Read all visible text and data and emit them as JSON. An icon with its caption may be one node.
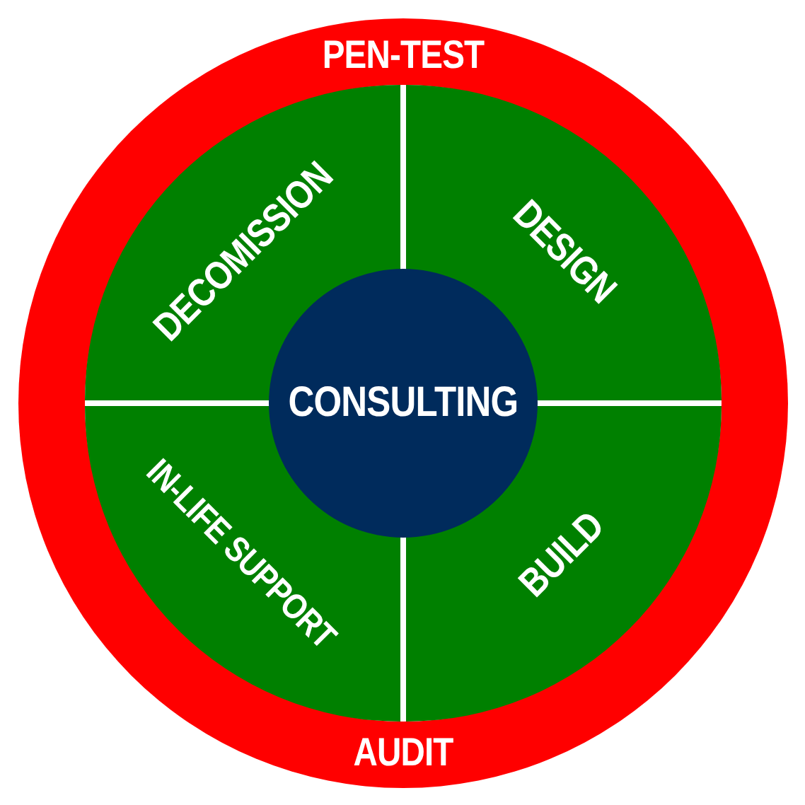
{
  "diagram": {
    "nodes": [
      {
        "text": [
          "PEN-TEST",
          "AUDIT"
        ]
      },
      {
        "text": [],
        "shape": "circle",
        "in": 0
      },
      {
        "text": [
          "DECOMISSION"
        ],
        "in": 1
      },
      {
        "text": [
          "DESIGN"
        ],
        "in": 1
      },
      {
        "text": [
          "CONSULTING"
        ],
        "in": 1
      },
      {
        "text": [
          "IN-LIFE SUPPORT"
        ],
        "in": 1
      },
      {
        "text": [
          "BUILD"
        ],
        "in": 1
      }
    ]
  }
}
